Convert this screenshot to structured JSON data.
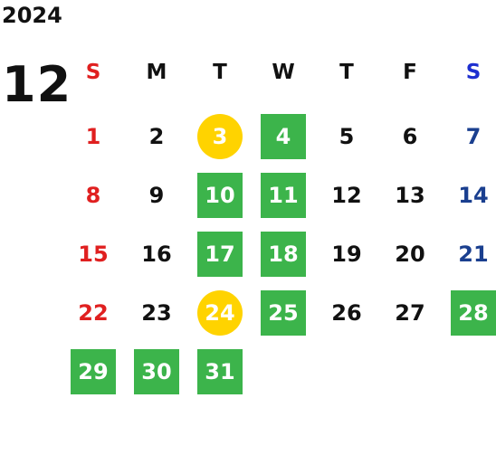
{
  "year": "2024",
  "month": "12",
  "colors": {
    "sunday": "#e02020",
    "saturday": "#1a3f8f",
    "saturday_header": "#1e2fd0",
    "weekday": "#111111",
    "green": "#3cb44b",
    "yellow": "#ffd300",
    "highlight_text": "#ffffff"
  },
  "weekdays": [
    "S",
    "M",
    "T",
    "W",
    "T",
    "F",
    "S"
  ],
  "weeks": [
    [
      {
        "day": "1",
        "mark": "none"
      },
      {
        "day": "2",
        "mark": "none"
      },
      {
        "day": "3",
        "mark": "yellow-circle"
      },
      {
        "day": "4",
        "mark": "green-square"
      },
      {
        "day": "5",
        "mark": "none"
      },
      {
        "day": "6",
        "mark": "none"
      },
      {
        "day": "7",
        "mark": "none"
      }
    ],
    [
      {
        "day": "8",
        "mark": "none"
      },
      {
        "day": "9",
        "mark": "none"
      },
      {
        "day": "10",
        "mark": "green-square"
      },
      {
        "day": "11",
        "mark": "green-square"
      },
      {
        "day": "12",
        "mark": "none"
      },
      {
        "day": "13",
        "mark": "none"
      },
      {
        "day": "14",
        "mark": "none"
      }
    ],
    [
      {
        "day": "15",
        "mark": "none"
      },
      {
        "day": "16",
        "mark": "none"
      },
      {
        "day": "17",
        "mark": "green-square"
      },
      {
        "day": "18",
        "mark": "green-square"
      },
      {
        "day": "19",
        "mark": "none"
      },
      {
        "day": "20",
        "mark": "none"
      },
      {
        "day": "21",
        "mark": "none"
      }
    ],
    [
      {
        "day": "22",
        "mark": "none"
      },
      {
        "day": "23",
        "mark": "none"
      },
      {
        "day": "24",
        "mark": "yellow-circle"
      },
      {
        "day": "25",
        "mark": "green-square"
      },
      {
        "day": "26",
        "mark": "none"
      },
      {
        "day": "27",
        "mark": "none"
      },
      {
        "day": "28",
        "mark": "green-square"
      }
    ],
    [
      {
        "day": "29",
        "mark": "green-square"
      },
      {
        "day": "30",
        "mark": "green-square"
      },
      {
        "day": "31",
        "mark": "green-square"
      }
    ]
  ]
}
